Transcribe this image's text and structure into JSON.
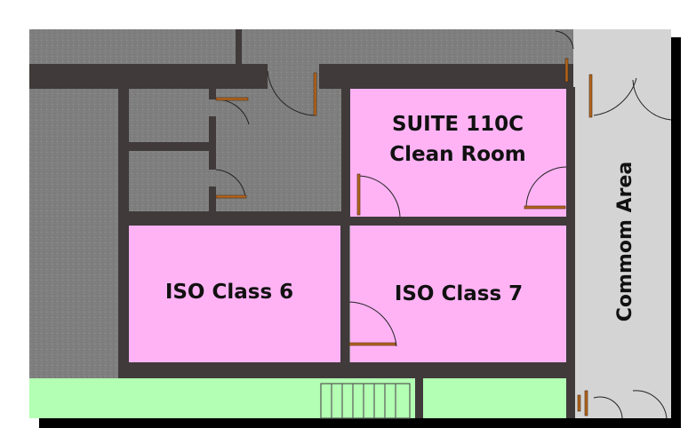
{
  "rooms": {
    "suite_line1": "SUITE 110C",
    "suite_line2": "Clean Room",
    "iso6": "ISO Class 6",
    "iso7": "ISO Class 7",
    "common_area": "Commom Area"
  },
  "colors": {
    "clean_room": "#FFB3F5",
    "corridor": "#808080",
    "common_area": "#D4D4D4",
    "lower_zone": "#B3FFB3",
    "wall": "#403A3A",
    "door": "#B5651D"
  }
}
